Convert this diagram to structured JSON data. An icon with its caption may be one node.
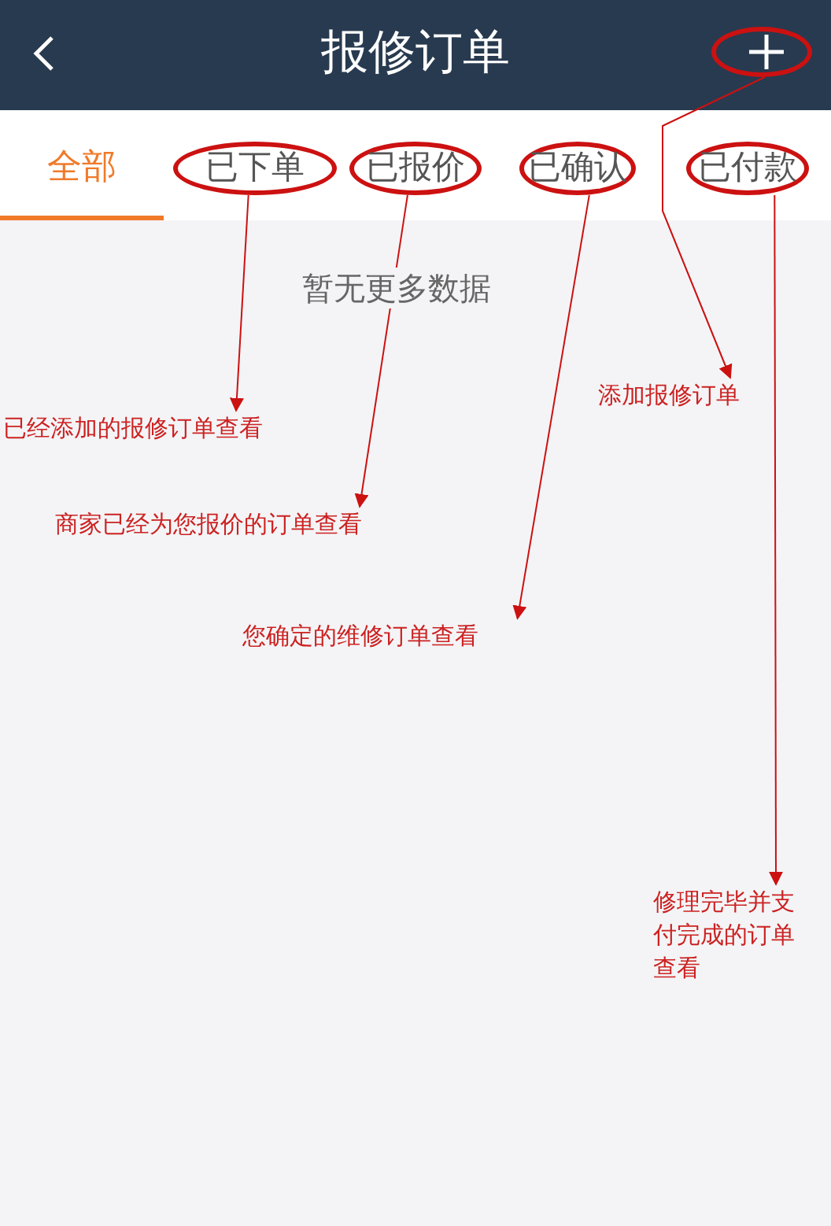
{
  "diagram": {
    "title": "报修订单",
    "nodes": [
      {
        "text": [],
        "shape": "circle"
      },
      {
        "text": [
          "已下单"
        ]
      },
      {
        "text": [
          "已报价"
        ]
      },
      {
        "text": [
          "已确认"
        ]
      },
      {
        "text": [
          "已付款"
        ]
      },
      {
        "text": [
          "添加报修订单"
        ]
      },
      {
        "text": [
          "已经添加的报修订单查看"
        ]
      },
      {
        "text": [
          "商家已经为您报价的订单查看"
        ]
      },
      {
        "text": [
          "您确定的维修订单查看"
        ]
      },
      {
        "text": [
          "修理完毕并支付完成的订单查看"
        ]
      }
    ],
    "edges": [
      {
        "from": 0,
        "to": 5,
        "arrow": "to",
        "color": "#cc1111"
      },
      {
        "from": 1,
        "to": 6,
        "arrow": "to",
        "color": "#cc1111"
      },
      {
        "from": 2,
        "to": 7,
        "arrow": "to",
        "color": "#cc1111"
      },
      {
        "from": 3,
        "to": 8,
        "arrow": "to",
        "color": "#cc1111"
      },
      {
        "from": 4,
        "to": 9,
        "arrow": "to",
        "color": "#cc1111"
      }
    ],
    "labels": [
      "全部",
      "暂无更多数据"
    ]
  }
}
